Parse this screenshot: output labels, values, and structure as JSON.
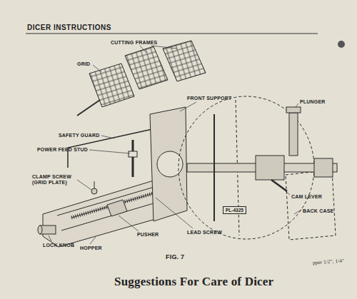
{
  "diagram": {
    "title": "DICER INSTRUCTIONS",
    "caption": "FIG. 7",
    "nodes": [
      {
        "text": [
          "PL-4325"
        ]
      }
    ],
    "edges": [],
    "labels": [
      "CUTTING FRAMES",
      "GRID",
      "FRONT SUPPORT",
      "PLUNGER",
      "SAFETY GUARD",
      "POWER FEED STUD",
      "CLAMP SCREW (GRID PLATE)",
      "CAM LEVER",
      "BACK CASE",
      "LEAD SCREW",
      "PUSHER",
      "HOPPER",
      "LOCK KNOB",
      "Suggestions For Care of Dicer",
      "pper 1/2\", 1/4\""
    ]
  }
}
